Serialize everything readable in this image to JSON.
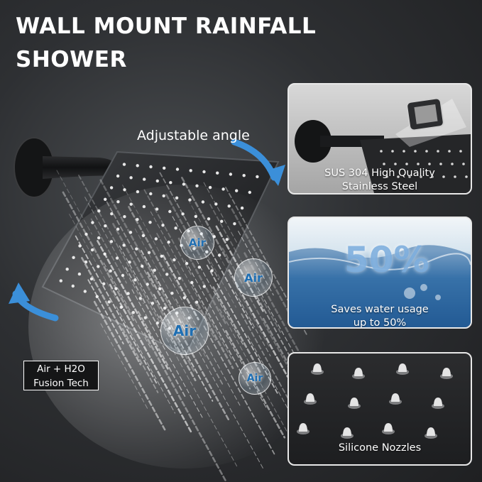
{
  "headline": {
    "line1": "WALL MOUNT RAINFALL",
    "line2": "SHOWER"
  },
  "labels": {
    "adjustable": "Adjustable angle"
  },
  "fusion": {
    "line1": "Air + H2O",
    "line2": "Fusion Tech"
  },
  "bubbles": [
    "Air",
    "Air",
    "Air",
    "Air"
  ],
  "panels": {
    "steel": {
      "line1": "SUS 304 High Quality",
      "line2": "Stainless Steel"
    },
    "water": {
      "percent": "50%",
      "line1": "Saves water usage",
      "line2": "up to 50%"
    },
    "nozzles": {
      "line1": "Silicone Nozzles"
    }
  },
  "colors": {
    "arrow": "#3b8fd9",
    "bubble_text": "#1f6fb3",
    "background": "#2e3033",
    "text": "#ffffff"
  },
  "icons": [
    "curved-arrow-icon",
    "curved-arrow-icon"
  ]
}
